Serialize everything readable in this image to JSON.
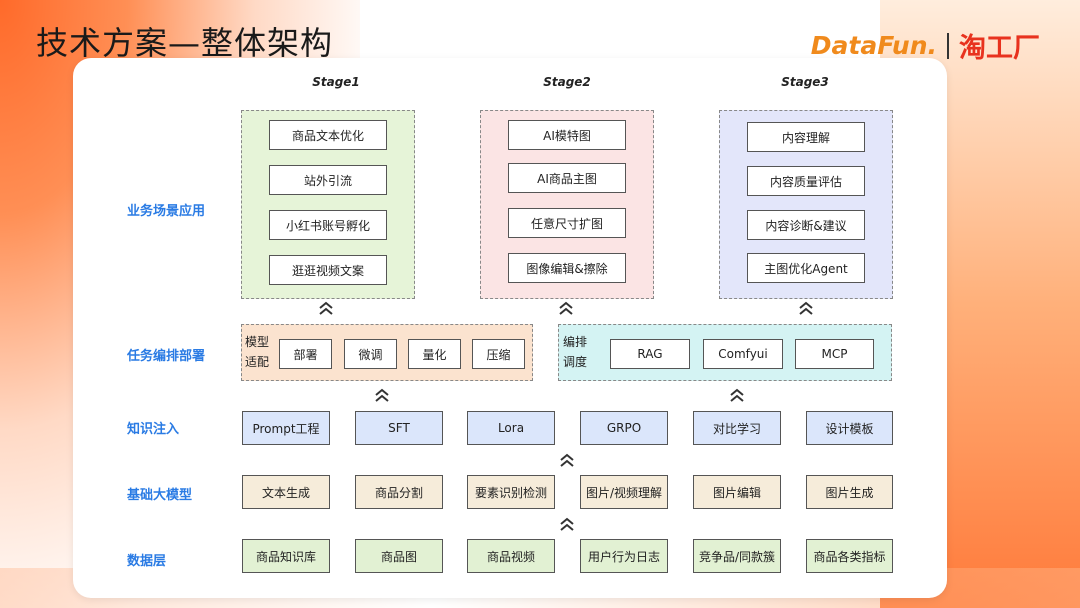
{
  "title": "技术方案—整体架构",
  "logo": {
    "datafun": "DataFun.",
    "taogongchang": "淘工厂"
  },
  "stages": [
    "Stage1",
    "Stage2",
    "Stage3"
  ],
  "layer_labels": [
    "业务场景应用",
    "任务编排部署",
    "知识注入",
    "基础大模型",
    "数据层"
  ],
  "business": [
    [
      "商品文本优化",
      "站外引流",
      "小红书账号孵化",
      "逛逛视频文案"
    ],
    [
      "AI模特图",
      "AI商品主图",
      "任意尺寸扩图",
      "图像编辑&擦除"
    ],
    [
      "内容理解",
      "内容质量评估",
      "内容诊断&建议",
      "主图优化Agent"
    ]
  ],
  "deploy": {
    "left": {
      "label_lines": [
        "模型",
        "适配"
      ],
      "items": [
        "部署",
        "微调",
        "量化",
        "压缩"
      ]
    },
    "right": {
      "label_lines": [
        "编排",
        "调度"
      ],
      "items": [
        "RAG",
        "Comfyui",
        "MCP"
      ]
    }
  },
  "knowledge": [
    "Prompt工程",
    "SFT",
    "Lora",
    "GRPO",
    "对比学习",
    "设计模板"
  ],
  "base_models": [
    "文本生成",
    "商品分割",
    "要素识别检测",
    "图片/视频理解",
    "图片编辑",
    "图片生成"
  ],
  "data_layer": [
    "商品知识库",
    "商品图",
    "商品视频",
    "用户行为日志",
    "竞争品/同款簇",
    "商品各类指标"
  ],
  "colors": {
    "label": "#2a7be4",
    "stage1_fill": "#e6f4d8",
    "stage2_fill": "#fbe4e4",
    "stage3_fill": "#e3e6fa",
    "deploy_left_fill": "#fbe3cf",
    "deploy_right_fill": "#d4f3f3",
    "knowledge_fill": "#dbe6fb",
    "base_fill": "#f6ecda",
    "data_fill": "#e2f1d3"
  }
}
